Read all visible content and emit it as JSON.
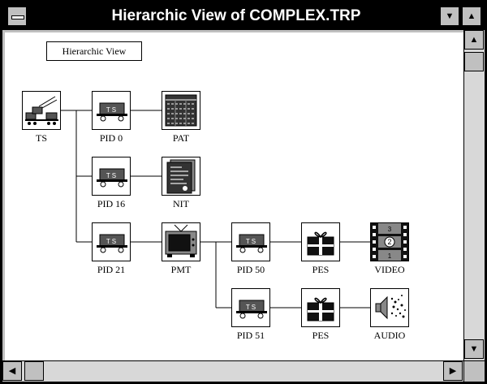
{
  "window": {
    "title": "Hierarchic View of COMPLEX.TRP",
    "view_label": "Hierarchic View"
  },
  "nodes": {
    "ts": {
      "label": "TS",
      "icon": "transport-stream-icon"
    },
    "pid0": {
      "label": "PID 0",
      "icon": "ts-packet-icon"
    },
    "pat": {
      "label": "PAT",
      "icon": "table-icon"
    },
    "pid16": {
      "label": "PID 16",
      "icon": "ts-packet-icon"
    },
    "nit": {
      "label": "NIT",
      "icon": "document-icon"
    },
    "pid21": {
      "label": "PID 21",
      "icon": "ts-packet-icon"
    },
    "pmt": {
      "label": "PMT",
      "icon": "television-icon"
    },
    "pid50": {
      "label": "PID 50",
      "icon": "ts-packet-icon"
    },
    "pes1": {
      "label": "PES",
      "icon": "gift-package-icon"
    },
    "video": {
      "label": "VIDEO",
      "icon": "film-icon"
    },
    "pid51": {
      "label": "PID 51",
      "icon": "ts-packet-icon"
    },
    "pes2": {
      "label": "PES",
      "icon": "gift-package-icon"
    },
    "audio": {
      "label": "AUDIO",
      "icon": "speaker-icon"
    }
  },
  "icon_text": {
    "packet": "T S",
    "film_numbers": [
      "3",
      "2",
      "1"
    ]
  }
}
